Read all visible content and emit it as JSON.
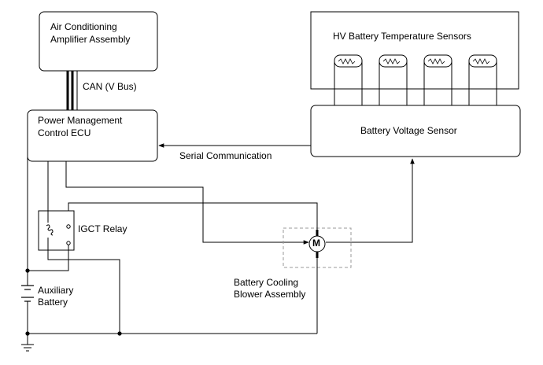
{
  "blocks": {
    "ac_amplifier": {
      "line1": "Air Conditioning",
      "line2": "Amplifier Assembly"
    },
    "pm_ecu": {
      "line1": "Power Management",
      "line2": "Control ECU"
    },
    "hv_sensors": {
      "label": "HV Battery Temperature Sensors",
      "sensor_count": 4
    },
    "voltage_sensor": {
      "label": "Battery Voltage Sensor"
    },
    "igct_relay": {
      "label": "IGCT Relay"
    },
    "blower": {
      "line1": "Battery Cooling",
      "line2": "Blower Assembly",
      "motor_symbol": "M"
    },
    "aux_battery": {
      "line1": "Auxiliary",
      "line2": "Battery"
    }
  },
  "connections": {
    "can_bus": "CAN (V Bus)",
    "serial": "Serial Communication"
  },
  "colors": {
    "line": "#000000",
    "dashed_box": "#9a9a9a",
    "background": "#ffffff"
  }
}
